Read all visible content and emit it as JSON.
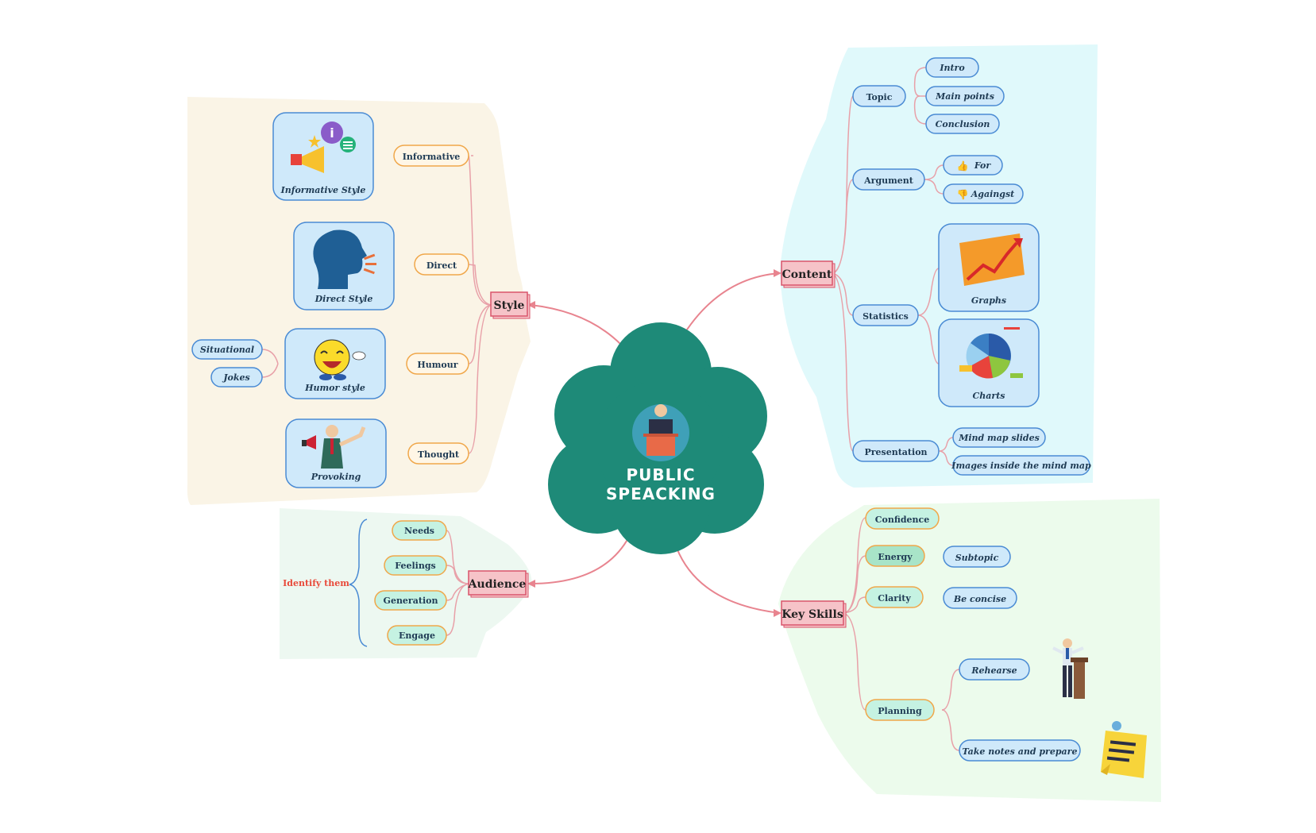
{
  "center": {
    "line1": "PUBLIC",
    "line2": "SPEACKING",
    "icon": "speaker-at-podium-icon"
  },
  "colors": {
    "center": "#1e8a78",
    "main_topic_fill": "#f6c3c8",
    "main_topic_border": "#d9546a",
    "connector": "#e8848f"
  },
  "style": {
    "label": "Style",
    "subtopics": [
      "Informative",
      "Direct",
      "Humour",
      "Thought"
    ],
    "image_cards": [
      {
        "caption": "Informative Style",
        "icon": "megaphone-info-icon"
      },
      {
        "caption": "Direct Style",
        "icon": "speaking-head-icon"
      },
      {
        "caption": "Humor style",
        "icon": "laughing-smiley-icon"
      },
      {
        "caption": "Provoking",
        "icon": "man-with-megaphone-icon"
      }
    ],
    "humor_children": [
      "Situational",
      "Jokes"
    ]
  },
  "audience": {
    "label": "Audience",
    "subtopics": [
      "Needs",
      "Feelings",
      "Generation",
      "Engage"
    ],
    "note": "Identify them"
  },
  "content": {
    "label": "Content",
    "topic": {
      "label": "Topic",
      "children": [
        "Intro",
        "Main points",
        "Conclusion"
      ]
    },
    "argument": {
      "label": "Argument",
      "children": [
        "For",
        "Againgst"
      ],
      "icons": [
        "thumbs-up-icon",
        "thumbs-down-icon"
      ]
    },
    "statistics": {
      "label": "Statistics",
      "cards": [
        {
          "caption": "Graphs",
          "icon": "growth-graph-icon"
        },
        {
          "caption": "Charts",
          "icon": "pie-chart-icon"
        }
      ]
    },
    "presentation": {
      "label": "Presentation",
      "children": [
        "Mind map slides",
        "Images inside the mind map"
      ]
    }
  },
  "key_skills": {
    "label": "Key Skills",
    "items": [
      "Confidence",
      "Energy",
      "Clarity",
      "Planning"
    ],
    "energy_child": "Subtopic",
    "clarity_child": "Be concise",
    "planning_children": [
      "Rehearse",
      "Take notes and prepare"
    ],
    "decor_icons": [
      "speaker-man-icon",
      "sticky-note-icon"
    ]
  }
}
